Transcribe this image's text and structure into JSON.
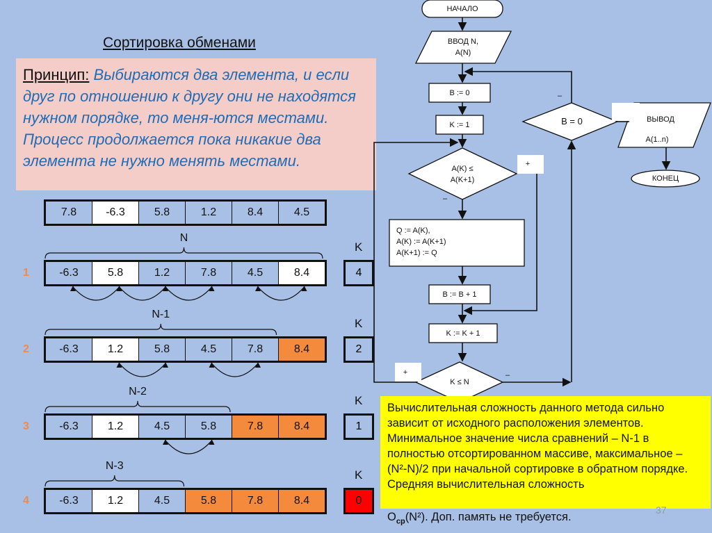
{
  "title": "Сортировка обменами",
  "principle": {
    "label": "Принцип:",
    "text": " Выбираются два элемента, и если друг по отношению к другу они не находятся  нужном порядке, то меня-ются местами. Процесс продолжается пока никакие два элемента не нужно менять местами."
  },
  "initial_array": {
    "cells": [
      {
        "value": "7.8",
        "color": "blue"
      },
      {
        "value": "-6.3",
        "color": "white"
      },
      {
        "value": "5.8",
        "color": "blue"
      },
      {
        "value": "1.2",
        "color": "blue"
      },
      {
        "value": "8.4",
        "color": "blue"
      },
      {
        "value": "4.5",
        "color": "blue"
      }
    ]
  },
  "passes": [
    {
      "num": "1",
      "brace": "N",
      "k_label": "K",
      "k_value": "4",
      "k_color": "blue",
      "cells": [
        {
          "value": "-6.3",
          "color": "blue"
        },
        {
          "value": "5.8",
          "color": "white"
        },
        {
          "value": "1.2",
          "color": "blue"
        },
        {
          "value": "7.8",
          "color": "blue"
        },
        {
          "value": "4.5",
          "color": "blue"
        },
        {
          "value": "8.4",
          "color": "white"
        }
      ]
    },
    {
      "num": "2",
      "brace": "N-1",
      "k_label": "K",
      "k_value": "2",
      "k_color": "blue",
      "cells": [
        {
          "value": "-6.3",
          "color": "blue"
        },
        {
          "value": "1.2",
          "color": "white"
        },
        {
          "value": "5.8",
          "color": "blue"
        },
        {
          "value": "4.5",
          "color": "blue"
        },
        {
          "value": "7.8",
          "color": "blue"
        },
        {
          "value": "8.4",
          "color": "orange"
        }
      ]
    },
    {
      "num": "3",
      "brace": "N-2",
      "k_label": "K",
      "k_value": "1",
      "k_color": "blue",
      "cells": [
        {
          "value": "-6.3",
          "color": "blue"
        },
        {
          "value": "1.2",
          "color": "white"
        },
        {
          "value": "4.5",
          "color": "blue"
        },
        {
          "value": "5.8",
          "color": "blue"
        },
        {
          "value": "7.8",
          "color": "orange"
        },
        {
          "value": "8.4",
          "color": "orange"
        }
      ]
    },
    {
      "num": "4",
      "brace": "N-3",
      "k_label": "K",
      "k_value": "0",
      "k_color": "red",
      "cells": [
        {
          "value": "-6.3",
          "color": "blue"
        },
        {
          "value": "1.2",
          "color": "white"
        },
        {
          "value": "4.5",
          "color": "blue"
        },
        {
          "value": "5.8",
          "color": "orange"
        },
        {
          "value": "7.8",
          "color": "orange"
        },
        {
          "value": "8.4",
          "color": "orange"
        }
      ]
    }
  ],
  "flowchart": {
    "start": "НАЧАЛО",
    "input_line1": "ВВОД  N,",
    "input_line2": "A(N)",
    "b_init": "B := 0",
    "k_init": "K := 1",
    "compare_line1": "A(K) ≤",
    "compare_line2": "A(K+1)",
    "swap_line1": "Q := A(K),",
    "swap_line2": "A(K) := A(K+1)",
    "swap_line3": " A(K+1) := Q",
    "b_inc": "B := B + 1",
    "k_inc": "K := K + 1",
    "loop_cond": "K ≤ N",
    "b_check": "B = 0",
    "output_line1": "ВЫВОД",
    "output_line2": "A(1..n)",
    "end": "КОНЕЦ",
    "plus": "+",
    "minus": "–"
  },
  "note": {
    "text": "Вычислительная сложность данного метода сильно зависит от исходного расположения элементов. Минимальное значение числа сравнений – N-1 в полностью отсортированном массиве, максимальное – (N²-N)/2 при начальной сортировке в обратном порядке. Средняя вычислительная сложность",
    "tail_o": "O",
    "tail_sub": "ср",
    "tail_rest": "(N²). Доп. память не требуется."
  },
  "slide_number": "37",
  "colors": {
    "blue": "#a9c0e6",
    "white": "#ffffff",
    "orange": "#f48b3c",
    "red": "#ff0000",
    "note": "#ffff00",
    "principle_bg": "#f5cdc8"
  }
}
